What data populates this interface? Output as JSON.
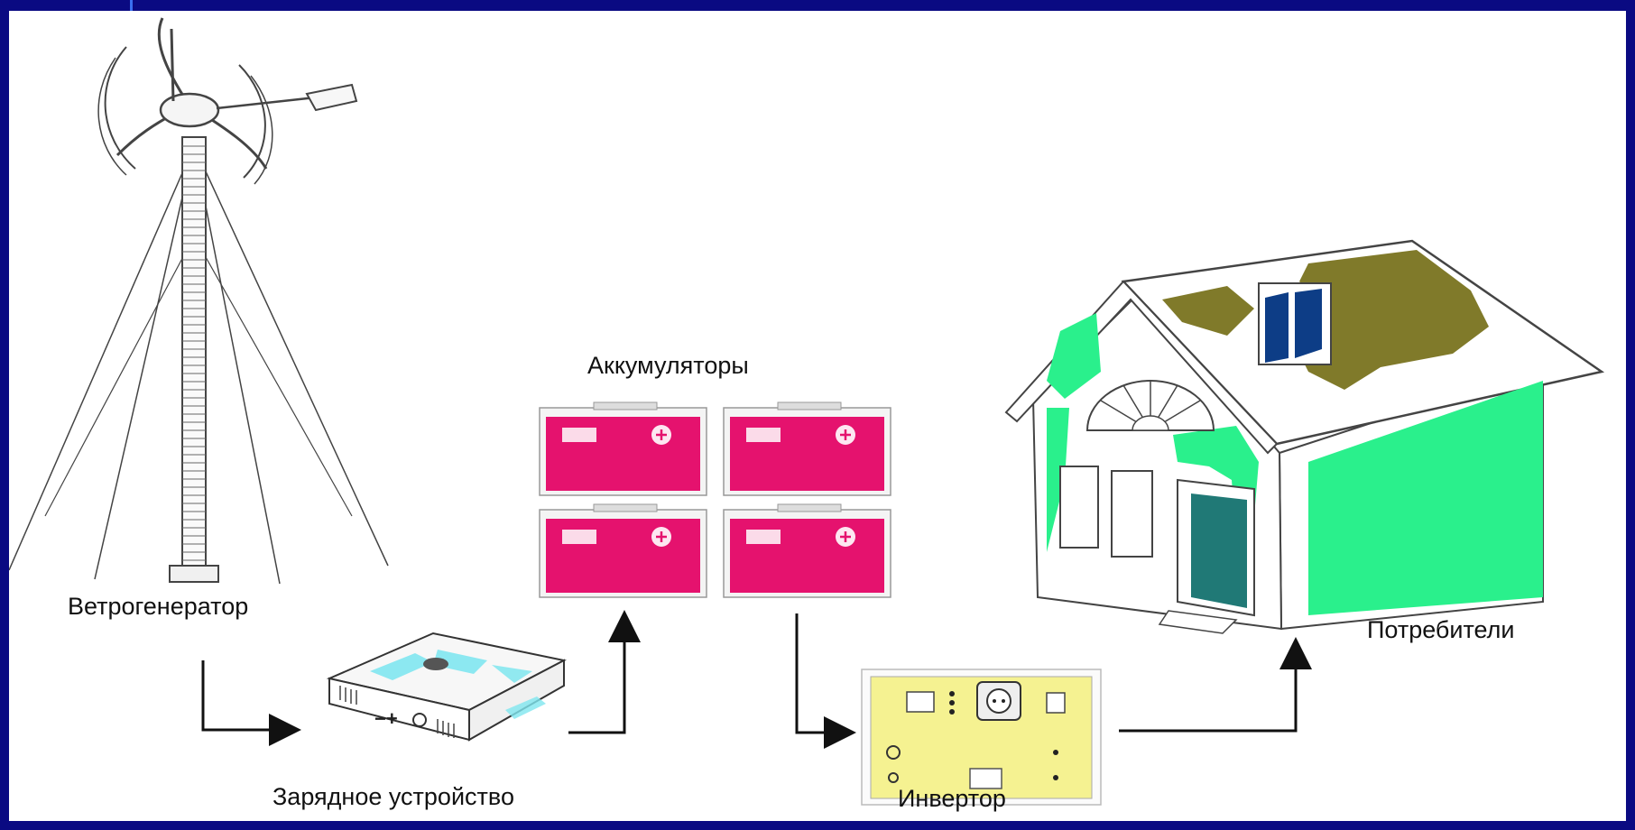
{
  "labels": {
    "wind_generator": "Ветрогенератор",
    "batteries": "Аккумуляторы",
    "charger": "Зарядное устройство",
    "inverter": "Инвертор",
    "consumers": "Потребители"
  },
  "colors": {
    "frame": "#0a0a82",
    "battery": "#e5126e",
    "charger_accent": "#7fe6ef",
    "inverter_fill": "#f5f291",
    "house_wall": "#2af08c",
    "house_roof": "#807a2a",
    "house_door": "#0d6e6a",
    "house_window": "#0d3d86"
  }
}
